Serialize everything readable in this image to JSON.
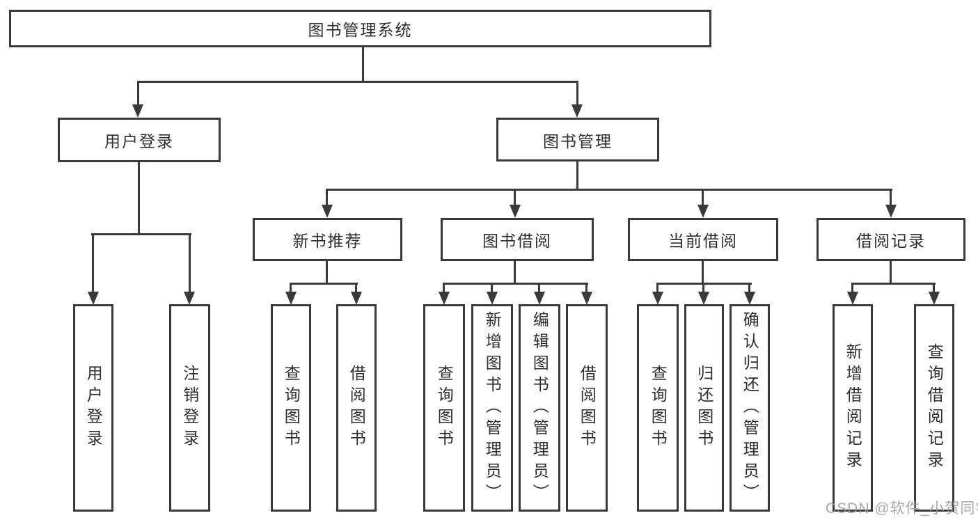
{
  "colors": {
    "line": "#3a3a3a",
    "text": "#2d2d2d",
    "watermark_gray": "#9b9b9b",
    "background": "#ffffff"
  },
  "tree": {
    "label": "图书管理系统",
    "children": [
      {
        "label": "用户登录",
        "children": [
          {
            "label": "用户登录"
          },
          {
            "label": "注销登录"
          }
        ]
      },
      {
        "label": "图书管理",
        "children": [
          {
            "label": "新书推荐",
            "children": [
              {
                "label": "查询图书"
              },
              {
                "label": "借阅图书"
              }
            ]
          },
          {
            "label": "图书借阅",
            "children": [
              {
                "label": "查询图书"
              },
              {
                "label": "新增图书（管理员）"
              },
              {
                "label": "编辑图书（管理员）"
              },
              {
                "label": "借阅图书"
              }
            ]
          },
          {
            "label": "当前借阅",
            "children": [
              {
                "label": "查询图书"
              },
              {
                "label": "归还图书"
              },
              {
                "label": "确认归还（管理员）"
              }
            ]
          },
          {
            "label": "借阅记录",
            "children": [
              {
                "label": "新增借阅记录"
              },
              {
                "label": "查询借阅记录"
              }
            ]
          }
        ]
      }
    ]
  },
  "watermark": {
    "text": "CSDN @软件_小贺同学"
  }
}
